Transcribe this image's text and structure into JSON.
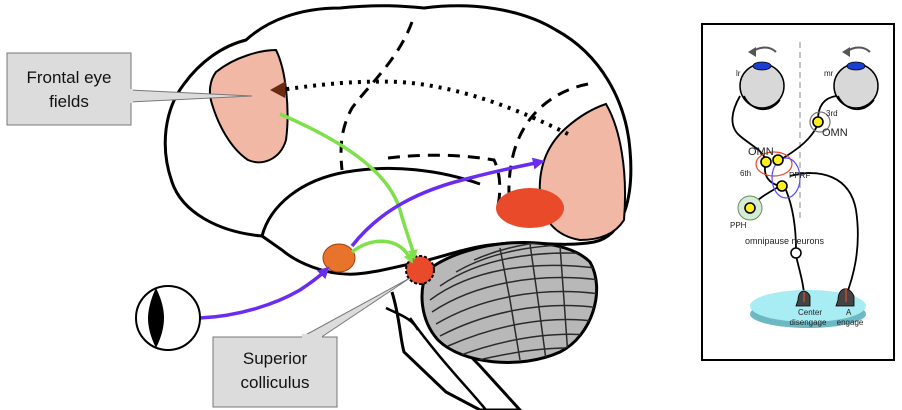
{
  "callouts": {
    "fef_line1": "Frontal eye",
    "fef_line2": "fields",
    "sc_line1": "Superior",
    "sc_line2": "colliculus"
  },
  "circuit": {
    "eye_left": "lr",
    "eye_right": "mr",
    "nerve_3rd": "3rd",
    "omn_right": "OMN",
    "omn_left": "OMN",
    "nerve_6th": "6th",
    "pprf": "PPRF",
    "pph": "PPH",
    "omnipause": "omnipause neurons",
    "center_line1": "Center",
    "center_line2": "disengage",
    "engage_a": "A",
    "engage": "engage"
  },
  "colors": {
    "cortex_region": "#f2b8a6",
    "nucleus_red": "#e84a2a",
    "lgn_orange": "#e8732a",
    "path_green": "#7ee04a",
    "path_purple": "#6a2cf0",
    "cerebellum": "#b8b8b8",
    "callout_box": "#dcdcdc",
    "colliculus_disc": "#a8ecf4",
    "neuron_yellow": "#ffee22"
  }
}
